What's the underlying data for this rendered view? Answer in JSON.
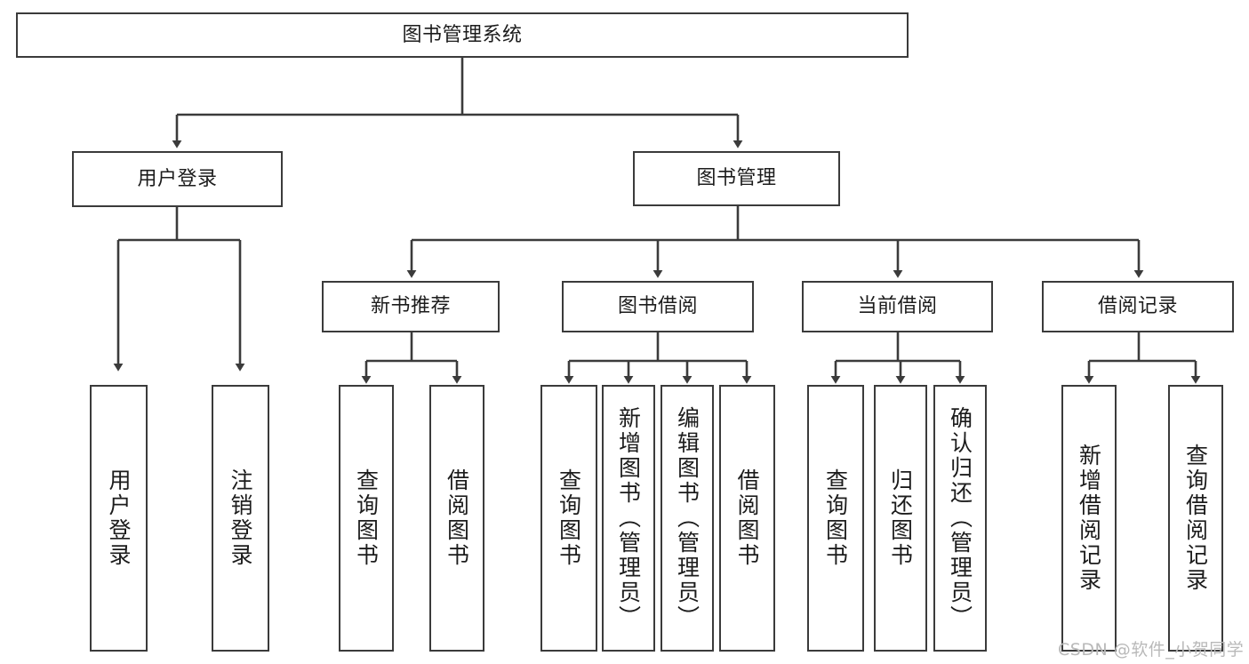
{
  "diagram": {
    "type": "tree-hierarchy-chart",
    "title": "图书管理系统",
    "stroke_color": "#3b3b3b",
    "text_color": "#1c1c1c",
    "background": "#ffffff",
    "levels": 4
  },
  "nodes": {
    "root": {
      "label": "图书管理系统"
    },
    "level2": [
      {
        "id": "user-login",
        "label": "用户登录"
      },
      {
        "id": "book-management",
        "label": "图书管理"
      }
    ],
    "level3": [
      {
        "id": "new-book-recommend",
        "label": "新书推荐"
      },
      {
        "id": "book-borrow",
        "label": "图书借阅"
      },
      {
        "id": "current-borrow",
        "label": "当前借阅"
      },
      {
        "id": "borrow-record",
        "label": "借阅记录"
      }
    ],
    "leaves_user_login": [
      {
        "id": "leaf-user-login",
        "label": "用户登录"
      },
      {
        "id": "leaf-logout-login",
        "label": "注销登录"
      }
    ],
    "leaves_new_book_recommend": [
      {
        "id": "leaf-query-book-1",
        "label": "查询图书"
      },
      {
        "id": "leaf-borrow-book-1",
        "label": "借阅图书"
      }
    ],
    "leaves_book_borrow": [
      {
        "id": "leaf-query-book-2",
        "label": "查询图书"
      },
      {
        "id": "leaf-add-book",
        "label": "新增图书（管理员）"
      },
      {
        "id": "leaf-edit-book",
        "label": "编辑图书（管理员）"
      },
      {
        "id": "leaf-borrow-book-2",
        "label": "借阅图书"
      }
    ],
    "leaves_current_borrow": [
      {
        "id": "leaf-query-book-3",
        "label": "查询图书"
      },
      {
        "id": "leaf-return-book",
        "label": "归还图书"
      },
      {
        "id": "leaf-confirm-return",
        "label": "确认归还（管理员）"
      }
    ],
    "leaves_borrow_record": [
      {
        "id": "leaf-add-borrow-record",
        "label": "新增借阅记录"
      },
      {
        "id": "leaf-query-borrow-record",
        "label": "查询借阅记录"
      }
    ]
  },
  "watermark": {
    "text": "CSDN @软件_小贺同学"
  }
}
